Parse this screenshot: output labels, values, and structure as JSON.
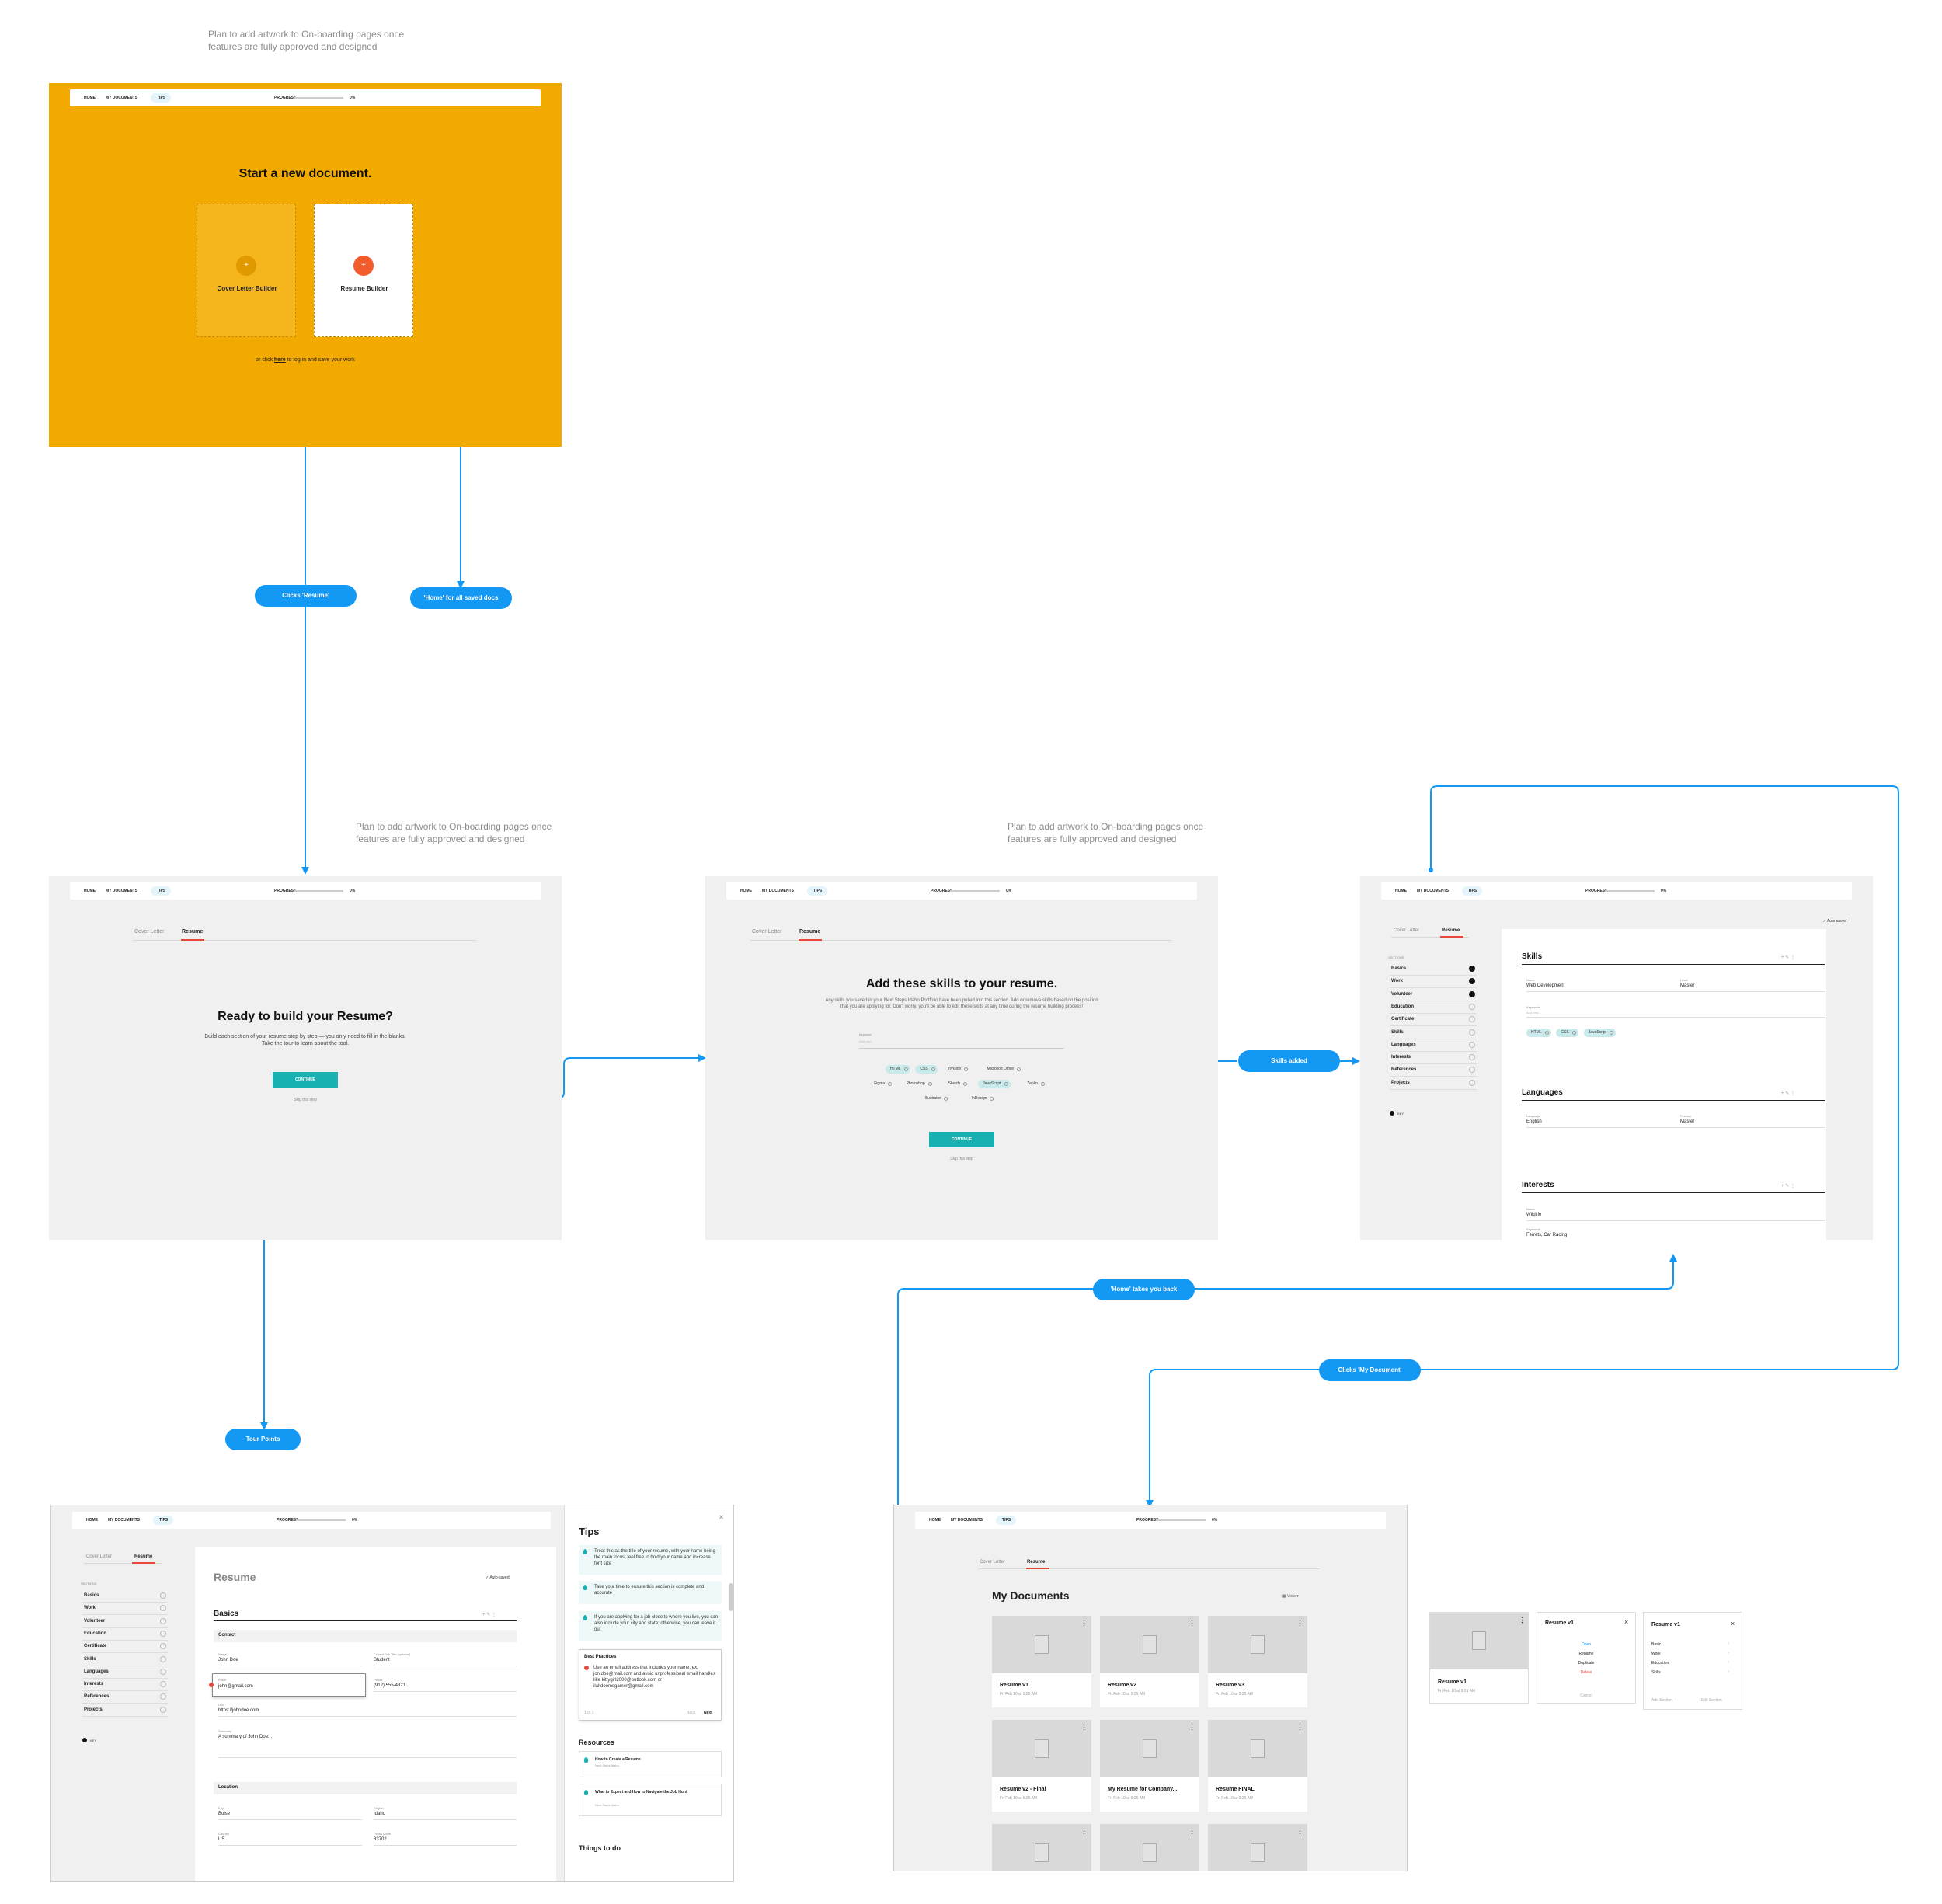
{
  "note_text": "Plan to add artwork to On-boarding pages once features are fully approved and designed",
  "nav": {
    "home": "HOME",
    "my_documents": "MY DOCUMENTS",
    "tips": "TIPS",
    "progress": "PROGRESS",
    "progress_value": "0%"
  },
  "start": {
    "title": "Start a new document.",
    "cover_letter_builder": "Cover Letter Builder",
    "resume_builder": "Resume Builder",
    "login_prefix": "or click ",
    "login_link": "here",
    "login_suffix": " to log in and save your work"
  },
  "flows": {
    "clicks_resume": "Clicks 'Resume'",
    "home_saved_docs": "'Home' for all saved docs",
    "skills_added": "Skills added",
    "home_takes_back": "'Home' takes you back",
    "clicks_my_document": "Clicks 'My Document'",
    "tour_points": "Tour Points"
  },
  "tabs": {
    "cover_letter": "Cover Letter",
    "resume": "Resume"
  },
  "ready": {
    "title": "Ready to build your Resume?",
    "subtitle_1": "Build each section of your resume step by step — you only need to fill in the blanks.",
    "subtitle_2": "Take the tour to learn about the tool.",
    "continue": "CONTINUE",
    "skip": "Skip this step"
  },
  "skills_page": {
    "title": "Add these skills to your resume.",
    "subtitle_1": "Any skills you saved in your Next Steps Idaho Portfolio have been pulled into this section. Add or remove skills based on the position",
    "subtitle_2": "that you are applying for. Don't worry, you'll be able to edit these skills at any time during the resume building process!",
    "keyword_label": "Keyword",
    "keyword_placeholder": "Add new...",
    "chips_row1": [
      "HTML",
      "CSS",
      "InVision",
      "Microsoft Office"
    ],
    "chips_row2": [
      "Figma",
      "Photoshop",
      "Sketch",
      "JavaScript",
      "Zeplin"
    ],
    "chips_row3": [
      "Illustrator",
      "InDesign"
    ],
    "selected_chips": [
      "HTML",
      "CSS",
      "JavaScript"
    ],
    "continue": "CONTINUE",
    "skip": "Skip this step"
  },
  "editor": {
    "auto_saved": "Auto-saved",
    "sections_label": "SECTIONS",
    "sections": [
      "Basics",
      "Work",
      "Volunteer",
      "Education",
      "Certificate",
      "Skills",
      "Languages",
      "Interests",
      "References",
      "Projects"
    ],
    "done_count": 3,
    "key_label": "KEY",
    "skills": {
      "title": "Skills",
      "name_label": "Name",
      "name_value": "Web Development",
      "level_label": "Level",
      "level_value": "Master",
      "keywords_label": "Keywords",
      "keywords_placeholder": "Add new...",
      "chips": [
        "HTML",
        "CSS",
        "JavaScript"
      ]
    },
    "languages": {
      "title": "Languages",
      "language_label": "Language",
      "language_value": "English",
      "fluency_label": "Fluency",
      "fluency_value": "Master"
    },
    "interests": {
      "title": "Interests",
      "name_label": "Name",
      "name_value": "Wildlife",
      "keywords_label": "Keywords",
      "keywords_value": "Ferrets, Car Racing"
    }
  },
  "tour": {
    "resume_title": "Resume",
    "auto_saved": "Auto-saved",
    "basics_title": "Basics",
    "contact_label": "Contact",
    "name_label": "Name",
    "name_value": "John Doe",
    "job_label": "Current Job Title (optional)",
    "job_value": "Student",
    "email_label": "Email",
    "email_value": "john@gmail.com",
    "phone_label": "Phone",
    "phone_value": "(912) 555-4321",
    "url_label": "URL",
    "url_value": "https://johndoe.com",
    "summary_label": "Summary",
    "summary_value": "A summary of John Doe...",
    "location_label": "Location",
    "city_label": "City",
    "city_value": "Boise",
    "region_label": "Region",
    "region_value": "Idaho",
    "country_label": "Country",
    "country_value": "US",
    "postal_label": "Postal Code",
    "postal_value": "83702",
    "tips_title": "Tips",
    "tip_1": "Treat this as the title of your resume, with your name being the main focus; feel free to bold your name and increase font size",
    "tip_2": "Take your time to ensure this section is complete and accurate",
    "tip_3": "If you are applying for a job close to where you live, you can also include your city and state; otherwise, you can leave it out",
    "best_practices_title": "Best Practices",
    "best_practice_1": "Use an email address that includes your name, ex. jon.doe@mail.com and avoid unprofessional email handles like kittygirl2000@outlook.com or ilaltdoomsgamer@gmail.com",
    "pager": "1 of 3",
    "back": "Back",
    "next": "Next",
    "resources_title": "Resources",
    "resource_1_title": "How to Create a Resume",
    "resource_1_source": "Next Steps Idaho",
    "resource_2_title": "What to Expect and How to Navigate the Job Hunt",
    "resource_2_source": "Next Steps Idaho",
    "things_to_do": "Things to do"
  },
  "my_docs": {
    "title": "My Documents",
    "view_label": "View",
    "documents": [
      {
        "title": "Resume v1",
        "date": "Fri Feb 10 at 9:25 AM"
      },
      {
        "title": "Resume v2",
        "date": "Fri Feb 10 at 9:25 AM"
      },
      {
        "title": "Resume v3",
        "date": "Fri Feb 10 at 9:25 AM"
      },
      {
        "title": "Resume v2 - Final",
        "date": "Fri Feb 10 at 9:25 AM"
      },
      {
        "title": "My Resume for Company...",
        "date": "Fri Feb 10 at 9:25 AM"
      },
      {
        "title": "Resume FINAL",
        "date": "Fri Feb 10 at 9:25 AM"
      }
    ]
  },
  "side_cards": {
    "card_title": "Resume v1",
    "card_date": "Fri Feb 10 at 9:25 AM",
    "menu_items": [
      "Open",
      "Rename",
      "Duplicate",
      "Delete"
    ],
    "cancel": "Cancel",
    "sections": [
      "Basic",
      "Work",
      "Education",
      "Skills"
    ],
    "add_section": "Add Section",
    "edit_section": "Edit Section"
  }
}
